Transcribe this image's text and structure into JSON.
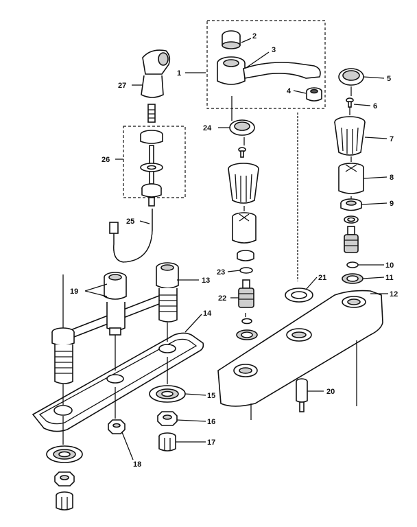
{
  "diagram": {
    "callouts": [
      {
        "id": "1",
        "label": "1"
      },
      {
        "id": "2",
        "label": "2"
      },
      {
        "id": "3",
        "label": "3"
      },
      {
        "id": "4",
        "label": "4"
      },
      {
        "id": "5",
        "label": "5"
      },
      {
        "id": "6",
        "label": "6"
      },
      {
        "id": "7",
        "label": "7"
      },
      {
        "id": "8",
        "label": "8"
      },
      {
        "id": "9",
        "label": "9"
      },
      {
        "id": "10",
        "label": "10"
      },
      {
        "id": "11",
        "label": "11"
      },
      {
        "id": "12",
        "label": "12"
      },
      {
        "id": "13",
        "label": "13"
      },
      {
        "id": "14",
        "label": "14"
      },
      {
        "id": "15",
        "label": "15"
      },
      {
        "id": "16",
        "label": "16"
      },
      {
        "id": "17",
        "label": "17"
      },
      {
        "id": "18",
        "label": "18"
      },
      {
        "id": "19",
        "label": "19"
      },
      {
        "id": "20",
        "label": "20"
      },
      {
        "id": "21",
        "label": "21"
      },
      {
        "id": "22",
        "label": "22"
      },
      {
        "id": "23",
        "label": "23"
      },
      {
        "id": "24",
        "label": "24"
      },
      {
        "id": "25",
        "label": "25"
      },
      {
        "id": "26",
        "label": "26"
      },
      {
        "id": "27",
        "label": "27"
      }
    ]
  }
}
